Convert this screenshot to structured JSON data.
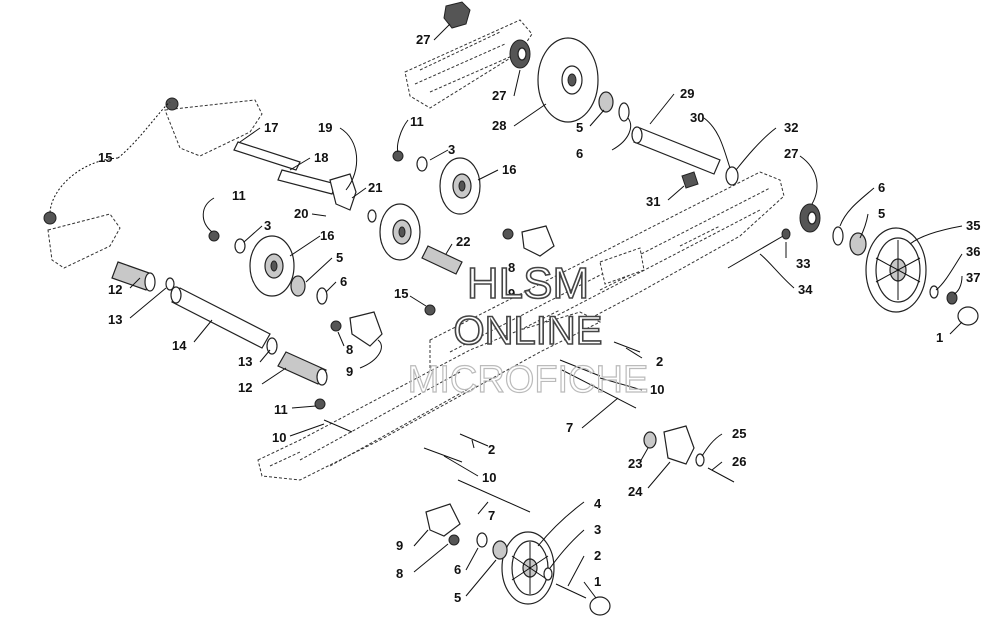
{
  "watermark": {
    "line1": "HLSM",
    "line2": "ONLINE",
    "line3": "MICROFICHE"
  },
  "callouts": [
    "27",
    "27",
    "28",
    "29",
    "30",
    "5",
    "6",
    "32",
    "27",
    "31",
    "6",
    "5",
    "35",
    "36",
    "37",
    "1",
    "33",
    "34",
    "15",
    "17",
    "18",
    "19",
    "11",
    "3",
    "16",
    "21",
    "20",
    "11",
    "3",
    "16",
    "5",
    "6",
    "22",
    "8",
    "9",
    "12",
    "13",
    "14",
    "13",
    "12",
    "15",
    "8",
    "9",
    "2",
    "10",
    "11",
    "10",
    "2",
    "10",
    "7",
    "7",
    "23",
    "24",
    "25",
    "26",
    "4",
    "3",
    "2",
    "1",
    "9",
    "8",
    "6",
    "5"
  ]
}
